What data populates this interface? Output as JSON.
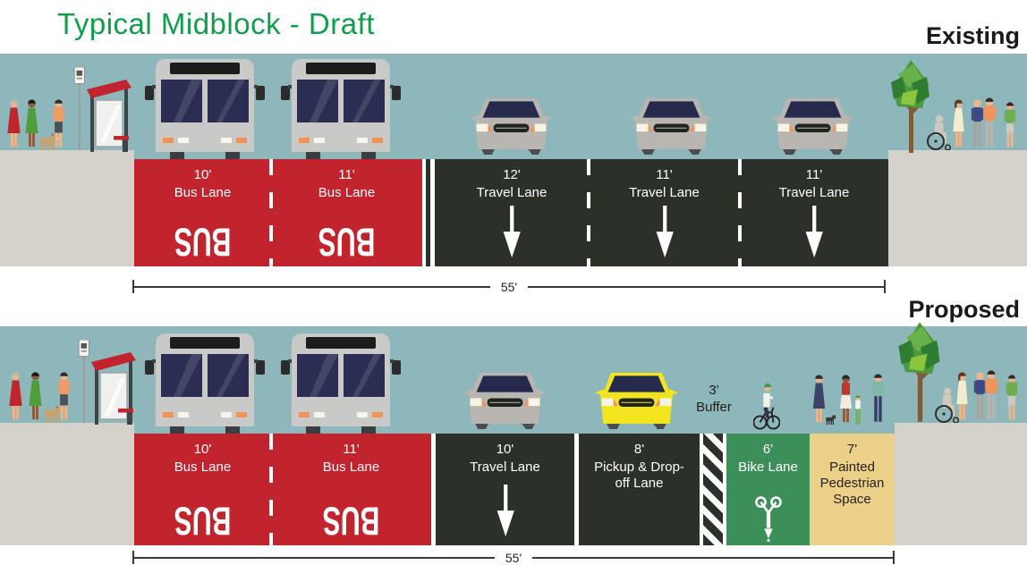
{
  "title": "Typical Midblock - Draft",
  "sections": {
    "existing": {
      "label": "Existing",
      "total_width": "55'",
      "lanes": [
        {
          "width_ft": "10'",
          "name": "Bus Lane",
          "marking": "BUS"
        },
        {
          "width_ft": "11'",
          "name": "Bus Lane",
          "marking": "BUS"
        },
        {
          "width_ft": "12'",
          "name": "Travel Lane",
          "marking": "down-arrow"
        },
        {
          "width_ft": "11'",
          "name": "Travel Lane",
          "marking": "down-arrow"
        },
        {
          "width_ft": "11'",
          "name": "Travel Lane",
          "marking": "down-arrow"
        }
      ]
    },
    "proposed": {
      "label": "Proposed",
      "total_width": "55'",
      "lanes": [
        {
          "width_ft": "10'",
          "name": "Bus Lane",
          "marking": "BUS"
        },
        {
          "width_ft": "11'",
          "name": "Bus Lane",
          "marking": "BUS"
        },
        {
          "width_ft": "10'",
          "name": "Travel Lane",
          "marking": "down-arrow"
        },
        {
          "width_ft": "8'",
          "name": "Pickup & Drop-off Lane",
          "marking": ""
        },
        {
          "width_ft": "3'",
          "name": "Buffer",
          "marking": "diagonal-hatch"
        },
        {
          "width_ft": "6'",
          "name": "Bike Lane",
          "marking": "bike-symbol"
        },
        {
          "width_ft": "7'",
          "name": "Painted Pedestrian Space",
          "marking": ""
        }
      ]
    }
  },
  "colors": {
    "title_green": "#119e4b",
    "label_black": "#1a1a1a",
    "sky": "#8db7bb",
    "sidewalk": "#d5d2cc",
    "roadway": "#2b3029",
    "bus_lane_red": "#c2242e",
    "bike_lane_green": "#3d8f5a",
    "pedestrian_space_tan": "#edd088",
    "lane_text": "#ffffff",
    "dimension_line": "#3a3a3a"
  }
}
